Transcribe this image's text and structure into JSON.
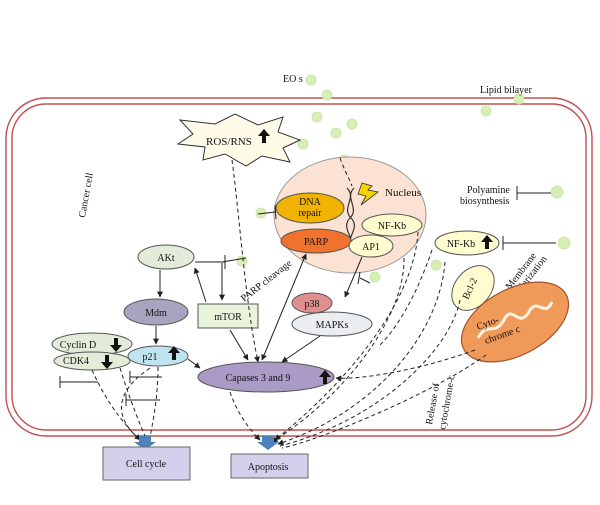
{
  "labels": {
    "eos": "EO s",
    "lipid_bilayer": "Lipid bilayer",
    "cancer_cell": "Cancer cell",
    "ros_rns": "ROS/RNS",
    "nucleus": "Nucleus",
    "dna_repair_1": "DNA",
    "dna_repair_2": "repair",
    "nfkb_nucleus": "NF-Kb",
    "parp": "PARP",
    "ap1": "AP1",
    "polyamine_1": "Polyamine",
    "polyamine_2": "biosynthesis",
    "nfkb_cyto": "NF-Kb",
    "membrane_1": "Membrane",
    "membrane_2": "depolarization",
    "akt": "AKt",
    "parp_cleavage": "PARP cleavage",
    "p38": "p38",
    "mapks": "MAPKs",
    "bcl2": "Bcl-2",
    "cyto_1": "Cyto-",
    "cyto_2": "chrome c",
    "mdm": "Mdm",
    "mtor": "mTOR",
    "cyclin_d": "Cyclin D",
    "cdk4": "CDK4",
    "p21": "p21",
    "caspases": "Capases 3 and 9",
    "release_1": "Release of",
    "release_2": "cytochrome-c",
    "cell_cycle": "Cell cycle",
    "apoptosis": "Apoptosis"
  },
  "colors": {
    "membrane_line": "#c0504d",
    "eo_dot": "#d7efb4",
    "nucleus_fill": "#fbe2d3",
    "dna_repair_fill": "#f0b400",
    "parp_fill": "#f0722c",
    "nfkb_fill": "#fffdd0",
    "akt_fill": "#e3ecd9",
    "mdm_fill": "#a8a4bf",
    "mtor_fill": "#eaf3dc",
    "cyclin_fill": "#e3ecd9",
    "p21_fill": "#bfe4f0",
    "caspase_fill": "#a99ac6",
    "p38_fill": "#e08f8f",
    "mapks_fill": "#eaeef0",
    "mito_fill": "#f09a5a",
    "box_fill": "#d4d0ec",
    "arrow_blue": "#4f81bd",
    "up_arrow": "#111111"
  }
}
